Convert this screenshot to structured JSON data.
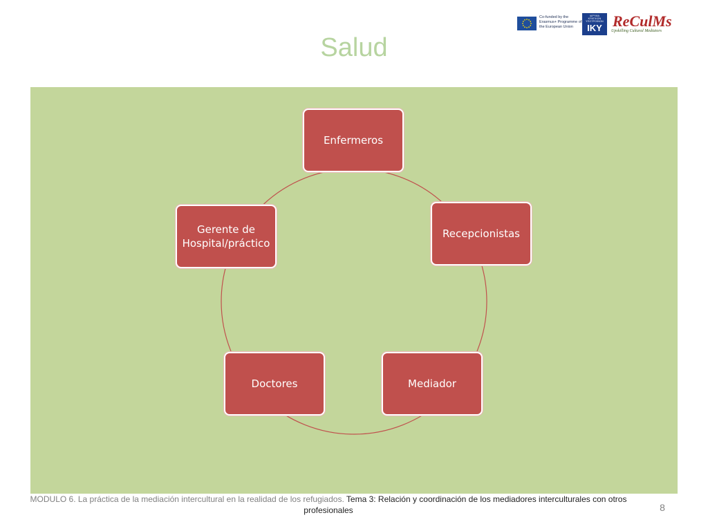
{
  "slide": {
    "title": "Salud",
    "page_number": "8"
  },
  "logos": {
    "eu_text": "Co-funded by the Erasmus+ Programme of the European Union",
    "iky_small": "ΙΔΡΥΜΑ ΚΡΑΤΙΚΩΝ ΥΠΟΤΡΟΦΙΩΝ",
    "iky_name": "IKY",
    "project_name": "ReCulMs",
    "project_tagline": "Upskilling Cultural Mediators",
    "colors": {
      "eu_blue": "#1f4e9c",
      "eu_star": "#ffdd00",
      "iky_blue": "#1c3f8c",
      "project_red": "#b12a2a"
    }
  },
  "diagram": {
    "type": "cycle",
    "nodes": [
      {
        "label": "Enfermeros"
      },
      {
        "label": "Recepcionistas"
      },
      {
        "label": "Mediador"
      },
      {
        "label": "Doctores"
      },
      {
        "label": "Gerente de Hospital/práctico"
      }
    ],
    "colors": {
      "panel": "#c3d69b",
      "node_fill": "#c0504d",
      "connector": "#c0504d"
    }
  },
  "footer": {
    "lead": "MODULO 6. La práctica de la mediación intercultural en la realidad de los refugiados.",
    "topic": "Tema  3: Relación y coordinación de los mediadores interculturales con otros profesionales"
  }
}
